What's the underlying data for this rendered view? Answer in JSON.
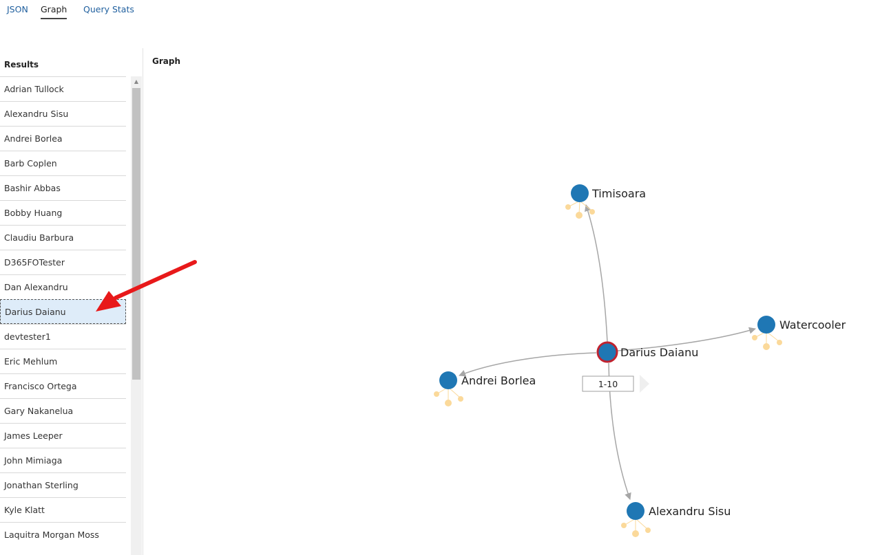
{
  "tabs": [
    "JSON",
    "Graph",
    "Query Stats"
  ],
  "active_tab": "Graph",
  "results": {
    "title": "Results",
    "items": [
      "Adrian Tullock",
      "Alexandru Sisu",
      "Andrei Borlea",
      "Barb Coplen",
      "Bashir Abbas",
      "Bobby Huang",
      "Claudiu Barbura",
      "D365FOTester",
      "Dan Alexandru",
      "Darius Daianu",
      "devtester1",
      "Eric Mehlum",
      "Francisco Ortega",
      "Gary Nakanelua",
      "James Leeper",
      "John Mimiaga",
      "Jonathan Sterling",
      "Kyle Klatt",
      "Laquitra Morgan Moss"
    ],
    "selected": "Darius Daianu"
  },
  "graph": {
    "title": "Graph",
    "center_node": "Darius Daianu",
    "nodes": [
      "Timisoara",
      "Watercooler",
      "Andrei Borlea",
      "Alexandru Sisu"
    ],
    "pager_label": "1-10",
    "colors": {
      "node": "#1f77b4",
      "selected_ring": "#c0232f",
      "edge": "#a6a6a6",
      "leaf": "#fbd99a",
      "annotation_arrow": "#e8191a"
    }
  }
}
